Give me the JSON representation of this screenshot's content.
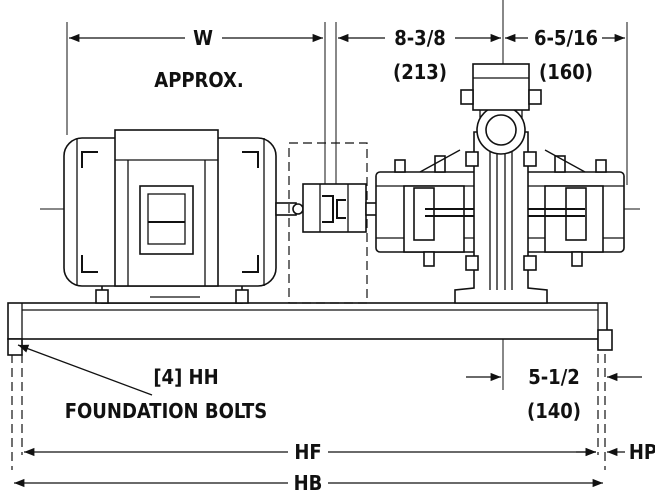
{
  "labels": {
    "w": "W",
    "approx": "APPROX.",
    "dim_8_3_8": "8-3/8",
    "dim_213": "(213)",
    "dim_6_5_16": "6-5/16",
    "dim_160": "(160)",
    "bolts_count": "[4] HH",
    "bolts_text": "FOUNDATION BOLTS",
    "dim_5_1_2": "5-1/2",
    "dim_140": "(140)",
    "hf": "HF",
    "hp": "HP",
    "hb": "HB"
  }
}
